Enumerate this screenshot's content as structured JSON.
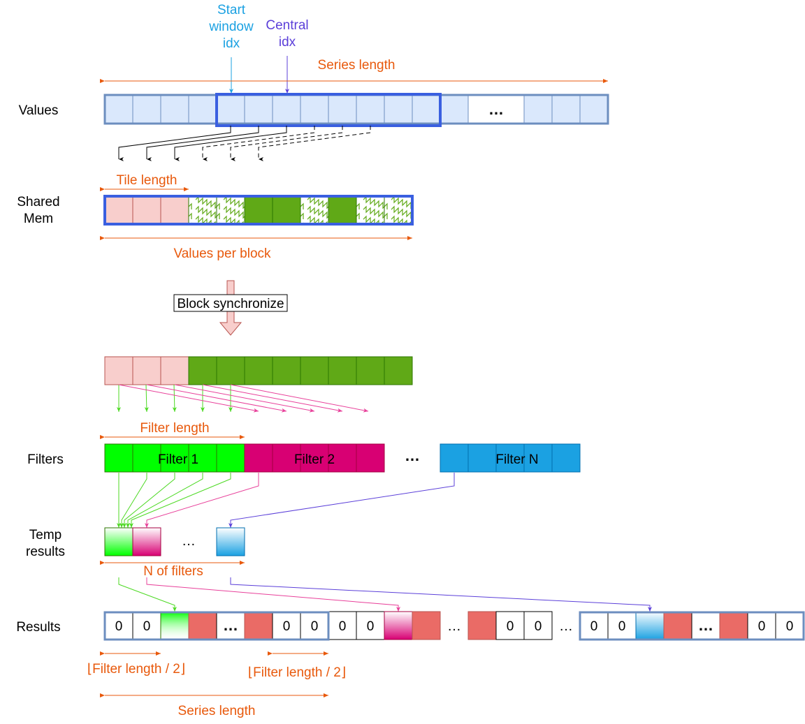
{
  "labels": {
    "start_window_1": "Start",
    "start_window_2": "window",
    "start_window_3": "idx",
    "central_1": "Central",
    "central_2": "idx",
    "series_length_top": "Series length",
    "values": "Values",
    "tile_length": "Tile length",
    "shared_1": "Shared",
    "shared_2": "Mem",
    "values_per_block": "Values per block",
    "block_sync": "Block synchronize",
    "filter_length": "Filter length",
    "filters": "Filters",
    "filter_1": "Filter 1",
    "filter_2": "Filter 2",
    "filter_n": "Filter N",
    "temp_1": "Temp",
    "temp_2": "results",
    "n_of_filters": "N of filters",
    "results": "Results",
    "half_filter_a": "⌊Filter length / 2⌋",
    "half_filter_b": "⌊Filter length / 2⌋",
    "series_length_bottom": "Series length",
    "ellipsis": "…",
    "zero": "0"
  },
  "colors": {
    "values_fill": "#dae8fc",
    "values_stroke": "#6c8ebf",
    "window_stroke": "#3a5fe0",
    "pink": "#f8cecc",
    "pink_stroke": "#b85450",
    "dark_green": "#60a917",
    "bright_green": "#00ff00",
    "magenta": "#d80073",
    "blue": "#1ba1e2",
    "red": "#ea6b66",
    "orange": "#e8590c"
  }
}
